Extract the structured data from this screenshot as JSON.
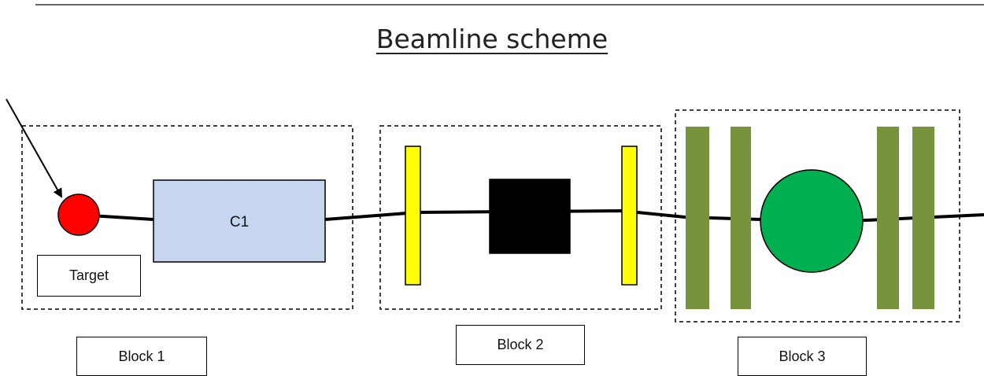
{
  "title": "Beamline scheme",
  "labels": {
    "target": "Target",
    "c1": "C1",
    "block1": "Block 1",
    "block2": "Block 2",
    "block3": "Block 3"
  },
  "colors": {
    "target": "#ff0000",
    "c1": "#c5d6ee",
    "yellow_plate": "#ffff00",
    "black_box": "#000000",
    "green_plate": "#77933c",
    "green_circle": "#00b050"
  }
}
